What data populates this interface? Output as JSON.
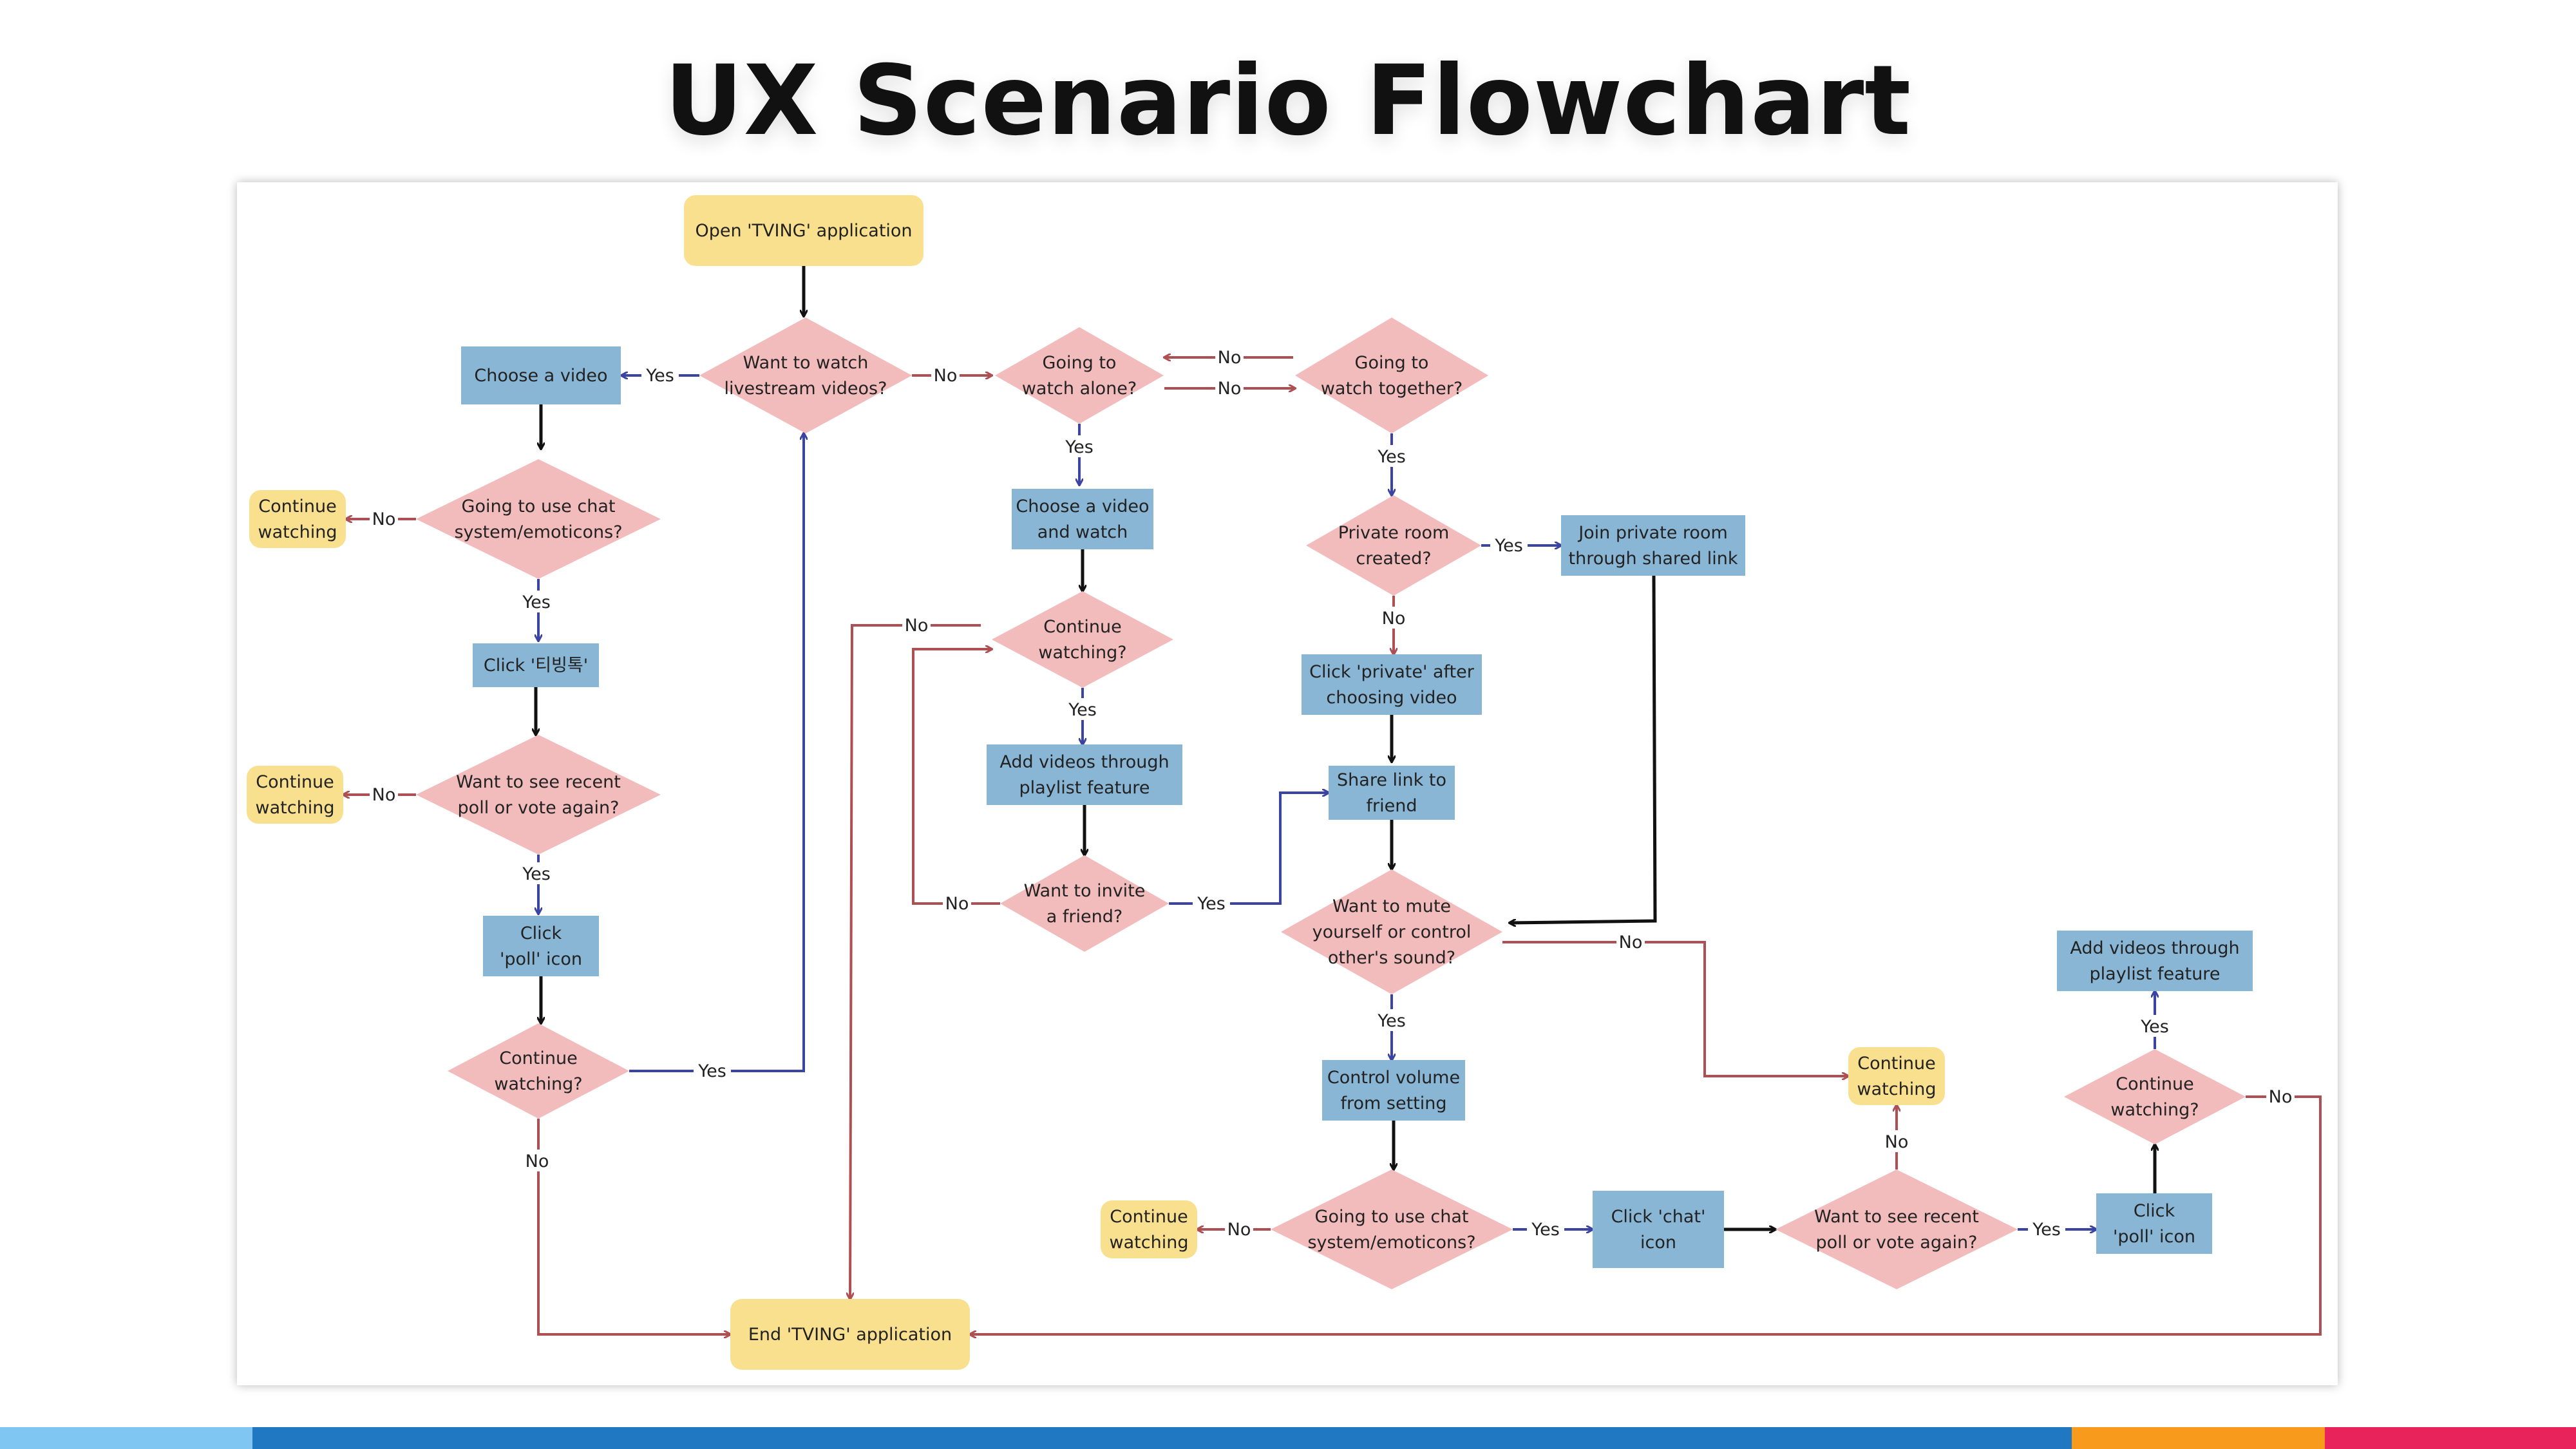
{
  "title": "UX Scenario Flowchart",
  "colors": {
    "terminal": "#f9e08e",
    "process": "#89b6d5",
    "decision": "#f3bcbc",
    "yes_edge": "#3b43a3",
    "no_edge": "#ad4f53",
    "flow_edge": "#111111"
  },
  "nodes": {
    "open_app": "Open 'TVING' application",
    "want_livestream": [
      "Want to watch",
      "livestream videos?"
    ],
    "choose_video": "Choose a video",
    "going_alone": [
      "Going to",
      "watch alone?"
    ],
    "going_together": [
      "Going to",
      "watch together?"
    ],
    "chat1_continue": [
      "Continue",
      "watching"
    ],
    "chat1_decision": [
      "Going to use chat",
      "system/emoticons?"
    ],
    "click_tibingtok": "Click '티빙톡'",
    "poll1_continue": [
      "Continue",
      "watching"
    ],
    "poll1_decision": [
      "Want to see recent",
      "poll or vote again?"
    ],
    "click_poll1": [
      "Click",
      "'poll' icon"
    ],
    "continue_watching1": [
      "Continue",
      "watching?"
    ],
    "choose_video2": [
      "Choose a video",
      "and watch"
    ],
    "continue_watching2": [
      "Continue",
      "watching?"
    ],
    "add_playlist1": [
      "Add videos through",
      "playlist feature"
    ],
    "invite_friend": [
      "Want to invite",
      "a friend?"
    ],
    "private_room": [
      "Private room",
      "created?"
    ],
    "join_private": [
      "Join private room",
      "through shared link"
    ],
    "click_private": [
      "Click 'private' after",
      "choosing video"
    ],
    "share_link": [
      "Share link to",
      "friend"
    ],
    "mute_control": [
      "Want to mute",
      "yourself or control",
      "other's sound?"
    ],
    "control_volume": [
      "Control volume",
      "from setting"
    ],
    "chat2_decision": [
      "Going to use chat",
      "system/emoticons?"
    ],
    "chat2_continue": [
      "Continue",
      "watching"
    ],
    "click_chat": [
      "Click 'chat'",
      "icon"
    ],
    "poll2_decision": [
      "Want to see recent",
      "poll or vote again?"
    ],
    "poll2_continue": [
      "Continue",
      "watching"
    ],
    "click_poll2": [
      "Click",
      "'poll' icon"
    ],
    "continue_watching3": [
      "Continue",
      "watching?"
    ],
    "add_playlist2": [
      "Add videos through",
      "playlist feature"
    ],
    "end_app": "End 'TVING' application"
  },
  "edge_labels": {
    "yes": "Yes",
    "no": "No"
  },
  "bottom_bar_colors": [
    "#7fc6f2",
    "#1f78c1",
    "#f89a1c",
    "#e8225b"
  ]
}
